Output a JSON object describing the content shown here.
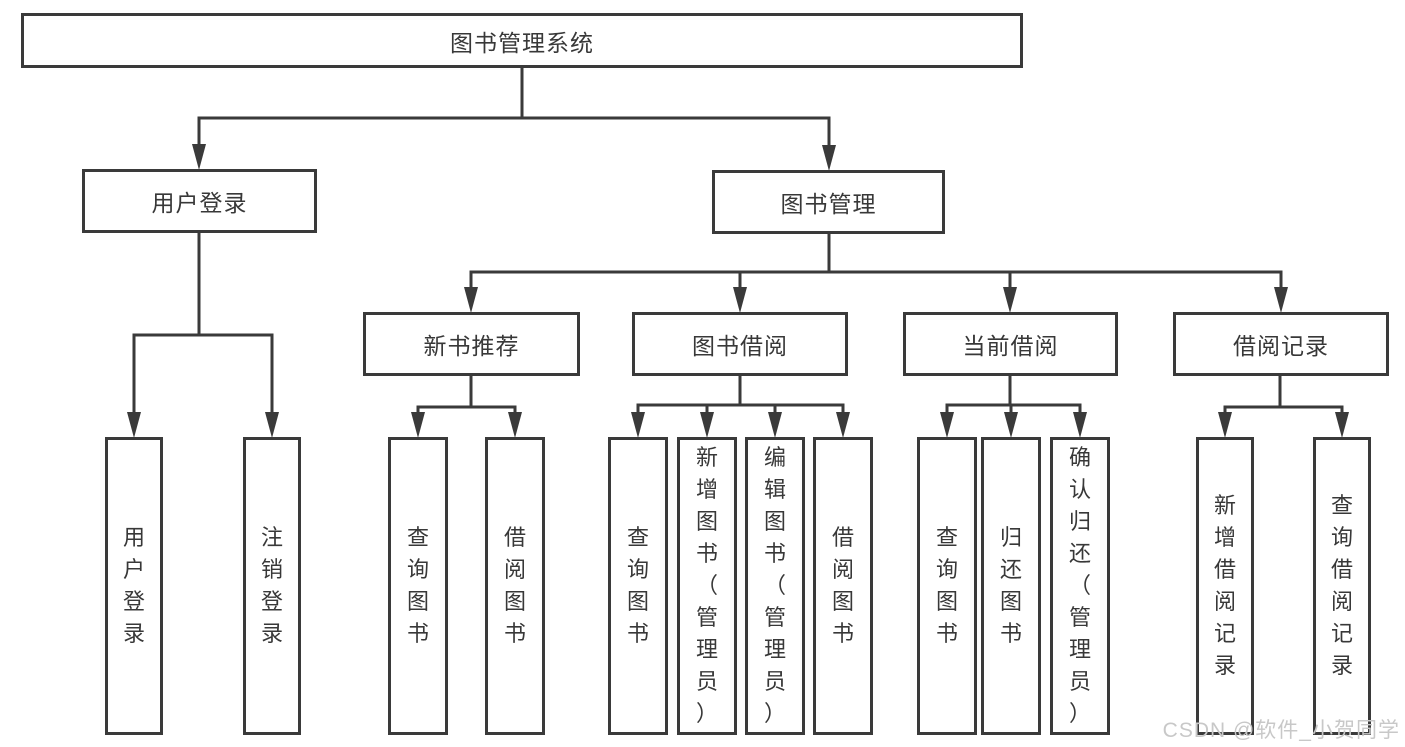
{
  "colors": {
    "line": "#3a3a3a",
    "text": "#383838",
    "background": "#ffffff",
    "watermark_text": "#c8c8c8"
  },
  "watermark": "CSDN @软件_小贺同学",
  "tree": {
    "label": "图书管理系统",
    "children": [
      {
        "label": "用户登录",
        "children": [
          {
            "label": "用户登录"
          },
          {
            "label": "注销登录"
          }
        ]
      },
      {
        "label": "图书管理",
        "children": [
          {
            "label": "新书推荐",
            "children": [
              {
                "label": "查询图书"
              },
              {
                "label": "借阅图书"
              }
            ]
          },
          {
            "label": "图书借阅",
            "children": [
              {
                "label": "查询图书"
              },
              {
                "label": "新增图书（管理员）"
              },
              {
                "label": "编辑图书（管理员）"
              },
              {
                "label": "借阅图书"
              }
            ]
          },
          {
            "label": "当前借阅",
            "children": [
              {
                "label": "查询图书"
              },
              {
                "label": "归还图书"
              },
              {
                "label": "确认归还（管理员）"
              }
            ]
          },
          {
            "label": "借阅记录",
            "children": [
              {
                "label": "新增借阅记录"
              },
              {
                "label": "查询借阅记录"
              }
            ]
          }
        ]
      }
    ]
  }
}
